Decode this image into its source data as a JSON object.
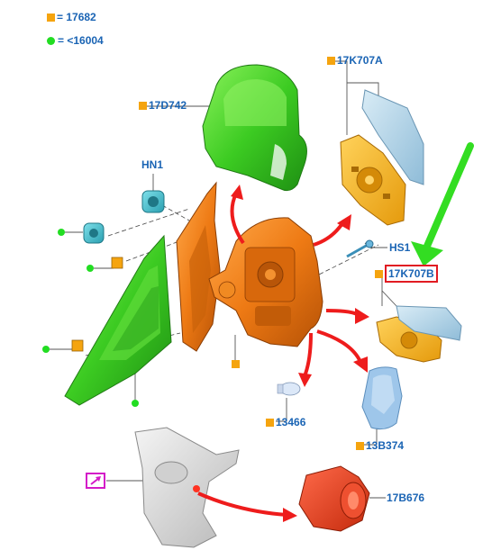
{
  "legend": {
    "orange_label": "= 17682",
    "green_label": "= <16004"
  },
  "parts": {
    "mirror_cap": "17D742",
    "glass_upper": "17K707A",
    "glass_lower": "17K707B",
    "gasket": "HN1",
    "screw": "HS1",
    "bulb": "13466",
    "lamp_lens": "13B374",
    "motor": "17B676"
  },
  "colors": {
    "label_blue": "#1a64b4",
    "orange_marker": "#f5a40f",
    "green_marker": "#22dd22",
    "highlight_red": "#e11b22",
    "arrow_green": "#33dd22",
    "callout_pink": "#d41ac8"
  }
}
